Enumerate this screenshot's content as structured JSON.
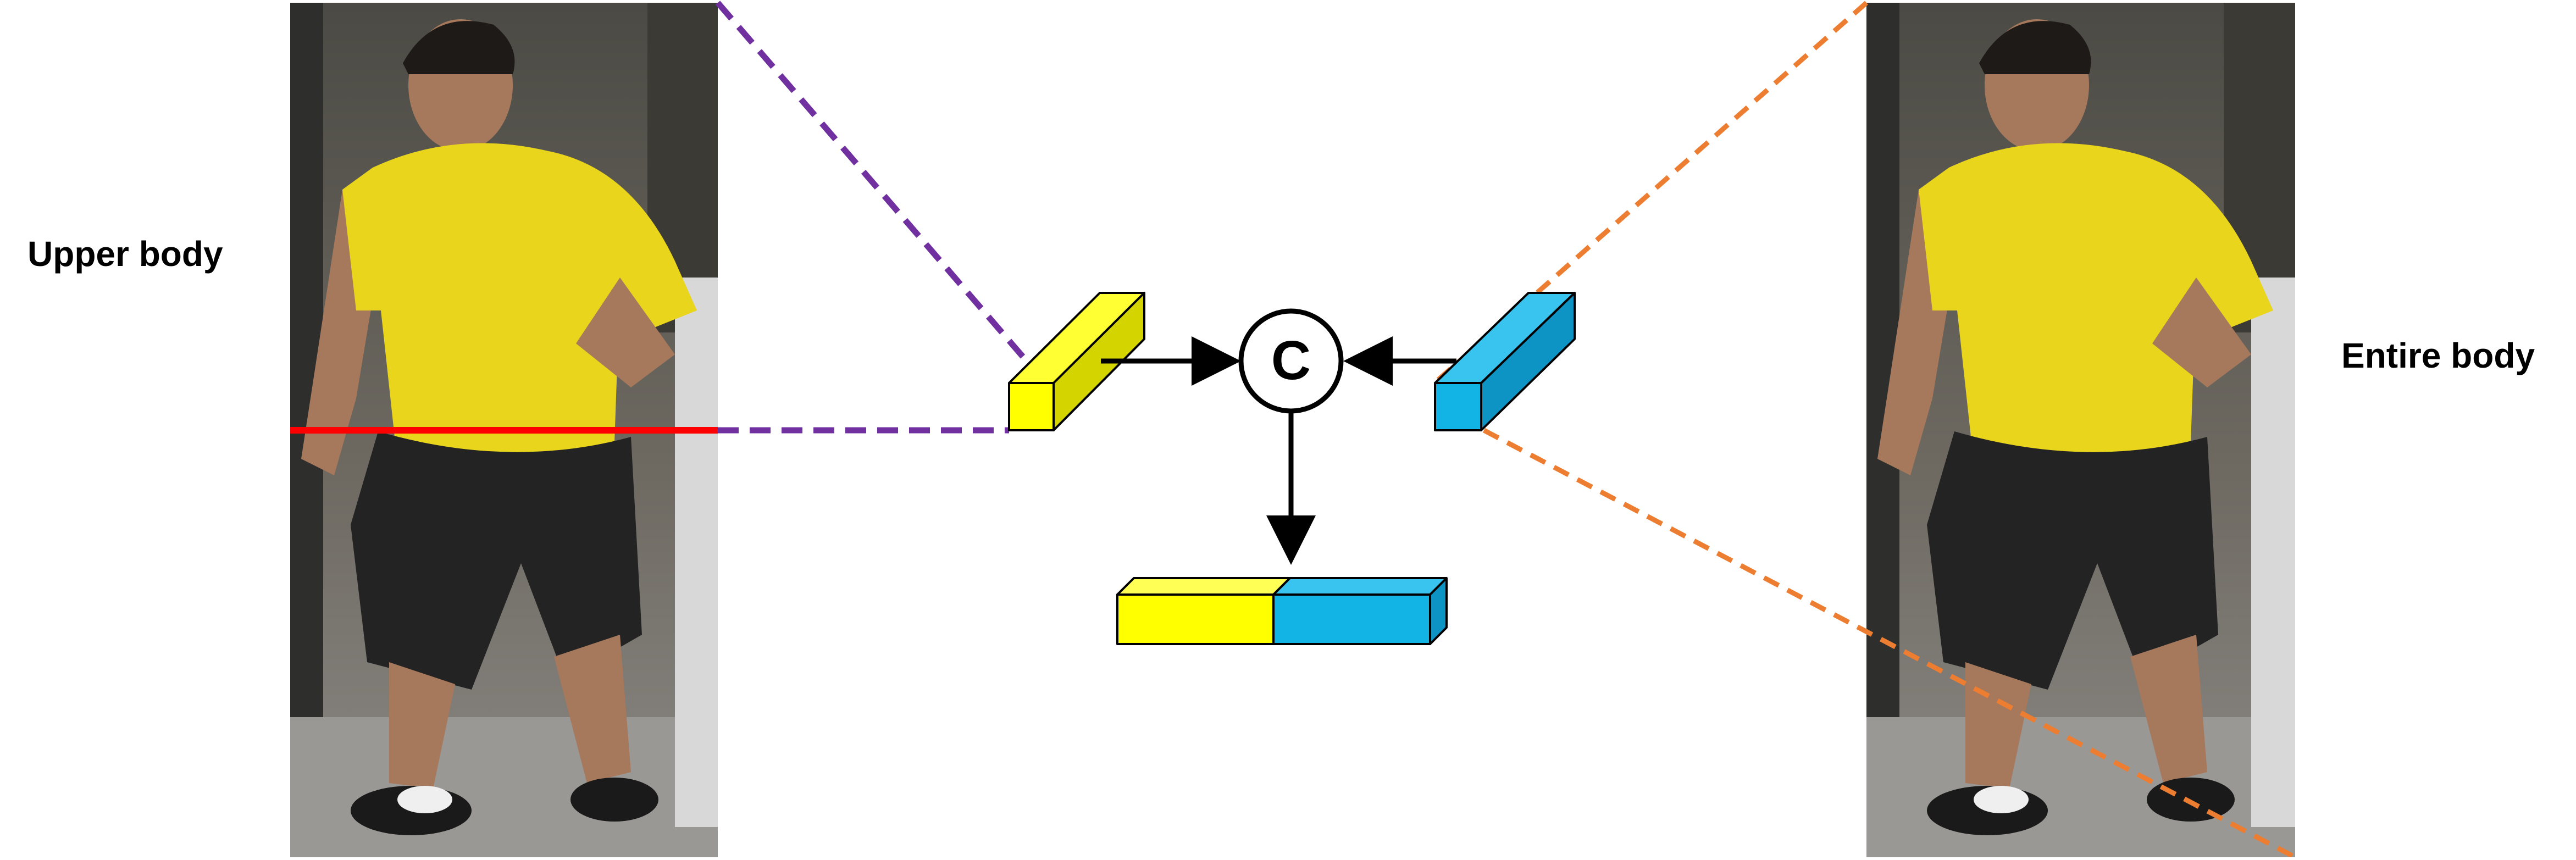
{
  "labels": {
    "upper_body": "Upper body",
    "entire_body": "Entire body",
    "concat_symbol": "C"
  },
  "images": {
    "left": "pedestrian-photo-icon",
    "right": "pedestrian-photo-icon"
  },
  "colors": {
    "upper_feature": "#ffff00",
    "entire_feature": "#12b4e6",
    "upper_lines": "#7030a0",
    "entire_lines": "#ed7d31",
    "split_line": "#ff0000",
    "shirt": "#e9d51c",
    "shorts": "#232323",
    "skin": "#a6785c"
  }
}
